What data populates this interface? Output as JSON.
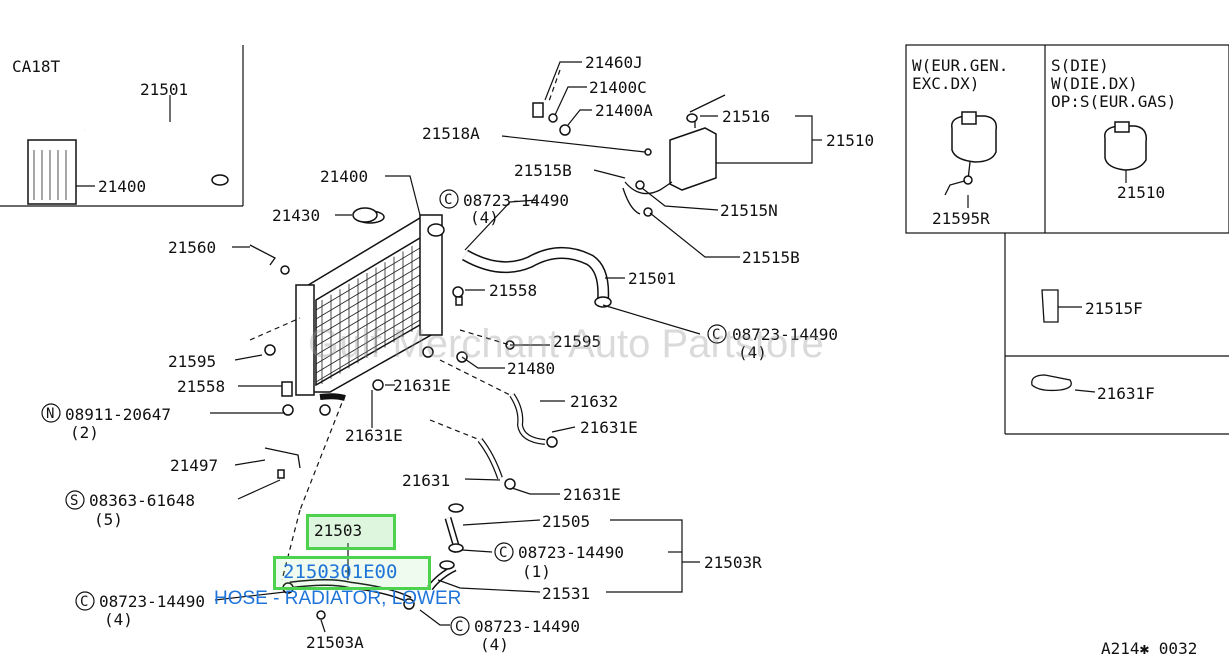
{
  "engine_label": "CA18T",
  "inset_labels": {
    "hose": "21501",
    "radiator": "21400"
  },
  "variant_a": {
    "line1": "W(EUR.GEN.",
    "line2": "EXC.DX)",
    "part": "21595R"
  },
  "variant_b": {
    "line1": "S(DIE)",
    "line2": "W(DIE.DX)",
    "line3": "OP:S(EUR.GAS)",
    "part": "21510"
  },
  "side_parts": {
    "clamp": "21515F",
    "band": "21631F"
  },
  "labels": {
    "p21460J": "21460J",
    "p21400C": "21400C",
    "p21400A": "21400A",
    "p21518A": "21518A",
    "p21516": "21516",
    "p21510": "21510",
    "p21515B_top": "21515B",
    "p21515N": "21515N",
    "p21515B_bot": "21515B",
    "p21400": "21400",
    "c08723_top": "08723-14490",
    "q4_top": "(4)",
    "p21430": "21430",
    "p21560": "21560",
    "p21501": "21501",
    "p21558_top": "21558",
    "c08723_mid": "08723-14490",
    "q4_mid": "(4)",
    "p21595_right": "21595",
    "p21480": "21480",
    "p21595_left": "21595",
    "p21558_left": "21558",
    "p21631E_a": "21631E",
    "n08911": "08911-20647",
    "q2": "(2)",
    "p21631E_b": "21631E",
    "p21632": "21632",
    "p21631E_c": "21631E",
    "p21497": "21497",
    "s08363": "08363-61648",
    "q5": "(5)",
    "p21631": "21631",
    "p21631E_d": "21631E",
    "p21505": "21505",
    "c08723_r1": "08723-14490",
    "q1": "(1)",
    "p21503R": "21503R",
    "p21531": "21531",
    "c08723_left": "08723-14490",
    "q4_left": "(4)",
    "c08723_bot": "08723-14490",
    "q4_bot": "(4)",
    "p21503A": "21503A"
  },
  "highlight": {
    "part": "21503",
    "code": "2150301E00",
    "description": "HOSE - RADIATOR, LOWER"
  },
  "watermark": "Gulf Merchant Auto Partstore",
  "ref_code": "A214✱ 0032",
  "colors": {
    "highlight_border": "#4cd24c",
    "tooltip_text": "#1e74d9"
  }
}
